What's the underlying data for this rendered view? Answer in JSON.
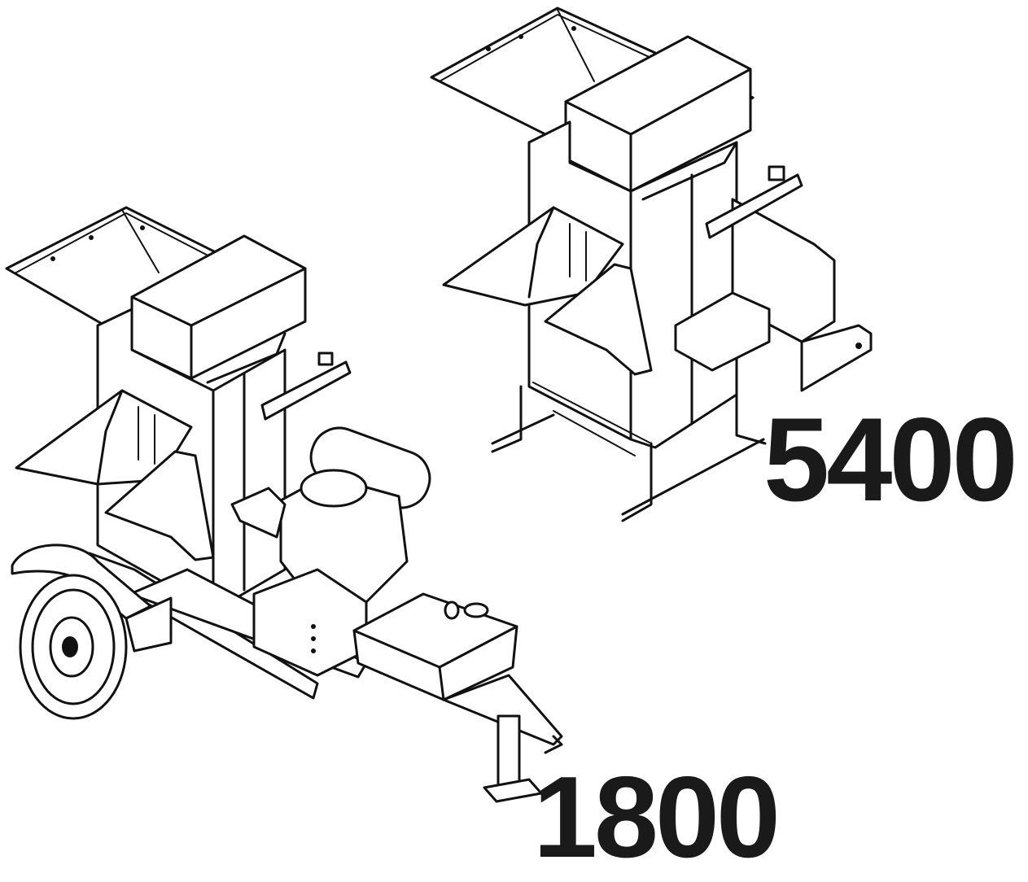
{
  "models": [
    {
      "id": "machine-5400",
      "label": "5400"
    },
    {
      "id": "machine-1800",
      "label": "1800"
    }
  ]
}
